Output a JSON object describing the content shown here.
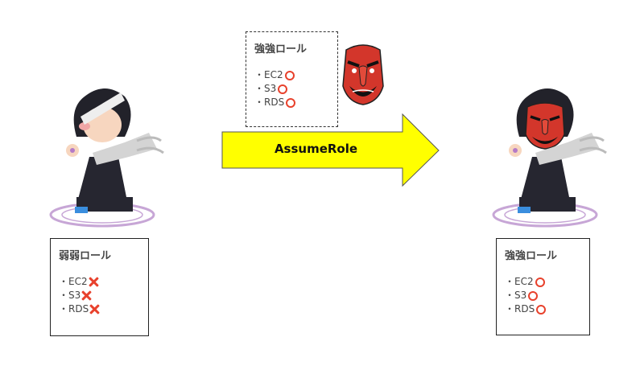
{
  "source_role": {
    "title": "弱弱ロール",
    "permissions": [
      {
        "service": "・EC2",
        "allowed": false,
        "icon": "cross-icon"
      },
      {
        "service": "・S3",
        "allowed": false,
        "icon": "cross-icon"
      },
      {
        "service": "・RDS",
        "allowed": false,
        "icon": "cross-icon"
      }
    ]
  },
  "assumed_role": {
    "title": "強強ロール",
    "permissions": [
      {
        "service": "・EC2",
        "allowed": true,
        "icon": "circle-icon"
      },
      {
        "service": "・S3",
        "allowed": true,
        "icon": "circle-icon"
      },
      {
        "service": "・RDS",
        "allowed": true,
        "icon": "circle-icon"
      }
    ]
  },
  "result_role": {
    "title": "強強ロール",
    "permissions": [
      {
        "service": "・EC2",
        "allowed": true,
        "icon": "circle-icon"
      },
      {
        "service": "・S3",
        "allowed": true,
        "icon": "circle-icon"
      },
      {
        "service": "・RDS",
        "allowed": true,
        "icon": "circle-icon"
      }
    ]
  },
  "arrow": {
    "label": "AssumeRole",
    "color": "#ffff00"
  },
  "colors": {
    "mark": "#e8412c",
    "mask": "#d3362b"
  }
}
